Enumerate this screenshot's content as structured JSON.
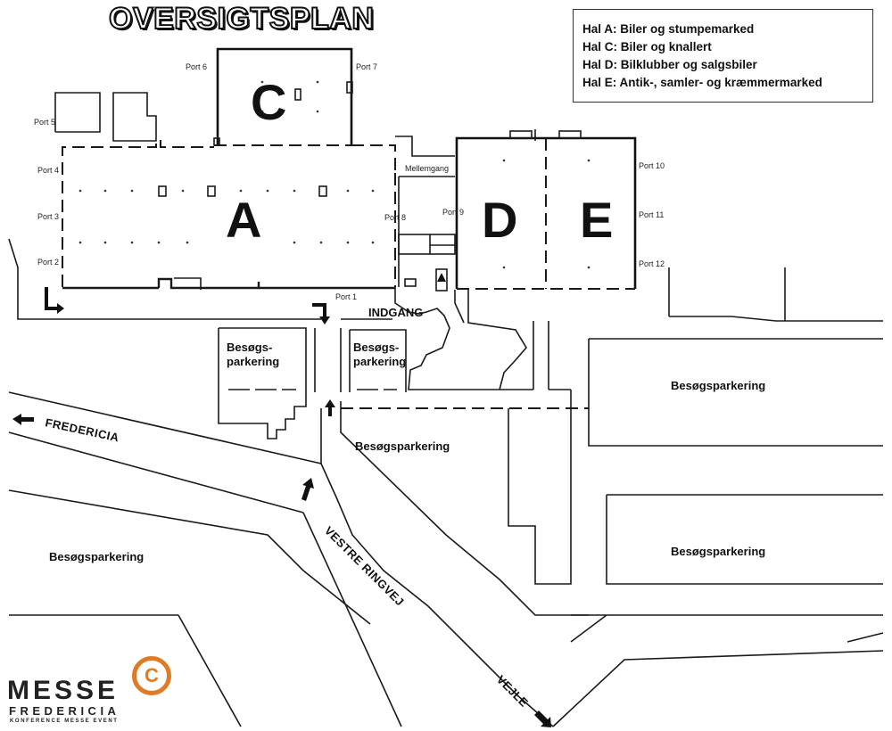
{
  "title": "OVERSIGTSPLAN",
  "legend": [
    "Hal A: Biler og stumpemarked",
    "Hal C: Biler og knallert",
    "Hal D: Bilklubber og salgsbiler",
    "Hal E: Antik-, samler- og kræmmermarked"
  ],
  "halls": {
    "a": "A",
    "c": "C",
    "d": "D",
    "e": "E"
  },
  "ports": {
    "p1": "Port 1",
    "p2": "Port 2",
    "p3": "Port 3",
    "p4": "Port 4",
    "p5": "Port 5",
    "p6": "Port 6",
    "p7": "Port 7",
    "p8": "Port 8",
    "p9": "Port 9",
    "p10": "Port 10",
    "p11": "Port 11",
    "p12": "Port 12"
  },
  "labels": {
    "mellemgang": "Mellemgang",
    "indgang": "INDGANG",
    "lot_small_1_line1": "Besøgs-",
    "lot_small_1_line2": "parkering",
    "lot_small_2_line1": "Besøgs-",
    "lot_small_2_line2": "parkering",
    "lot_center": "Besøgsparkering",
    "lot_right_top": "Besøgsparkering",
    "lot_right_bottom": "Besøgsparkering",
    "lot_left": "Besøgsparkering"
  },
  "roads": {
    "fredericia": "FREDERICIA",
    "vestre_ringvej": "VESTRE RINGVEJ",
    "vejle": "VEJLE"
  },
  "logo": {
    "main": "MESSE",
    "sub": "FREDERICIA",
    "tag": "KONFERENCE MESSE EVENT",
    "mark": "C"
  },
  "colors": {
    "ink": "#111111",
    "logo_orange": "#e07b25"
  }
}
